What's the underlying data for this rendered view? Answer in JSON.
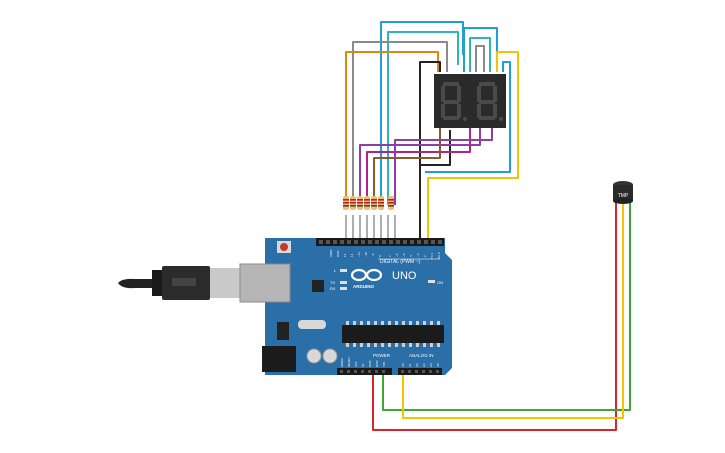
{
  "board": {
    "logo_text": "UNO",
    "brand": "ARDUINO",
    "digital_label": "DIGITAL (PWM ~)",
    "power_label": "POWER",
    "analog_label": "ANALOG IN",
    "on_label": "ON",
    "led_l": "L",
    "led_tx": "TX",
    "led_rx": "RX",
    "top_pins": [
      "AREF",
      "GND",
      "13",
      "12",
      "~11",
      "~10",
      "~9",
      "8",
      "7",
      "~6",
      "~5",
      "4",
      "~3",
      "2",
      "TX 1",
      "RX 0"
    ],
    "power_pins": [
      "IOREF",
      "RESET",
      "3V3",
      "5V",
      "GND",
      "GND",
      "VIN"
    ],
    "analog_pins": [
      "A0",
      "A1",
      "A2",
      "A3",
      "A4",
      "A5"
    ]
  },
  "sensor": {
    "label": "TMP"
  },
  "colors": {
    "board": "#2a6fa8",
    "wire_red": "#d9252a",
    "wire_green": "#3aa832",
    "wire_yellow": "#f2c500",
    "wire_blue": "#1f9fd6",
    "wire_teal": "#2fb5b5",
    "wire_gray": "#8a8a8a",
    "wire_orange": "#e0860f",
    "wire_brown": "#8a5a2b",
    "wire_purple": "#8b3fa8",
    "wire_magenta": "#b0238f",
    "wire_black": "#222222"
  }
}
